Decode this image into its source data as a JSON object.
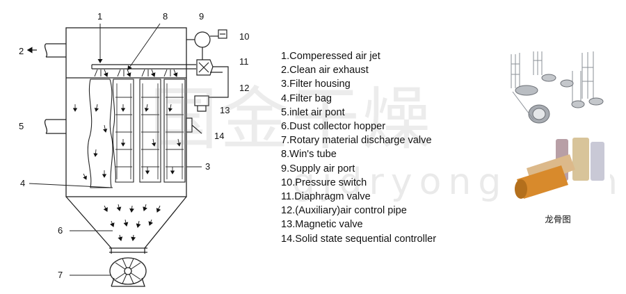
{
  "callout_numbers": [
    "1",
    "2",
    "3",
    "4",
    "5",
    "6",
    "7",
    "8",
    "9",
    "10",
    "11",
    "12",
    "13",
    "14"
  ],
  "legend": [
    "1.Comperessed air jet",
    "2.Clean air exhaust",
    "3.Filter housing",
    "4.Filter bag",
    "5.inlet air pont",
    "6.Dust collector hopper",
    "7.Rotary material discharge valve",
    "8.Win's tube",
    "9.Supply air port",
    "10.Pressure switch",
    "11.Diaphragm valve",
    "12.(Auxiliary)air control pipe",
    "13.Magnetic valve",
    "14.Solid state sequential controller"
  ],
  "watermark": {
    "logo_text": "国金干燥",
    "url_text": "gjdryong.com"
  },
  "photo_caption": "龙骨图"
}
